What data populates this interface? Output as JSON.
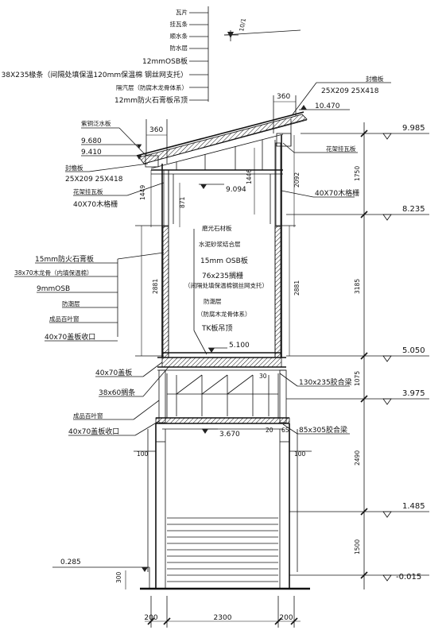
{
  "top_callouts": [
    "瓦片",
    "挂瓦条",
    "顺水条",
    "防水层",
    "12mmOSB板",
    "38X235椽条（间隔处填保温120mm保温棉 钢丝网支托）",
    "隔汽层（防腐木龙骨体系）",
    "12mm防火石膏板吊顶"
  ],
  "slope_label": "10/1",
  "left_labels": {
    "flashing": "紫铜泛水板",
    "dim_360_left": "360",
    "elev_9680": "9.680",
    "elev_9410": "9.410",
    "eave_board": "封檐板",
    "eave_board_size": "25X209 25X418",
    "lattice_board": "花架挂瓦板",
    "lattice_size": "40X70木格栅"
  },
  "right_labels": {
    "eave_board": "封檐板",
    "eave_board_size": "25X209 25X418",
    "dim_360_right": "360",
    "elev_10470": "10.470",
    "elev_9985": "9.985",
    "lattice_board": "花架挂瓦板",
    "lattice_size": "40X70木格栅"
  },
  "wall_layers_left": [
    "15mm防火石膏板",
    "38x70木龙骨（内填保温棉）",
    "9mmOSB",
    "防潮层",
    "成品百叶窗",
    "40x70盖板收口"
  ],
  "wall_layers_center": [
    "磨光石材板",
    "水泥砂浆结合层",
    "15mm OSB板",
    "76x235搁栅",
    "（间隔处填保温棉钢丝网支托）",
    "防潮层",
    "（防腐木龙骨体系）",
    "TK板吊顶"
  ],
  "floor_labels": {
    "cover_left": "40x70盖板",
    "joist": "38x60搁条",
    "shutter": "成品百叶窗",
    "cover_close": "40x70盖板收口",
    "glulam_beam": "130x235胶合梁",
    "dim_30": "30",
    "glulam_post": "85x305胶合梁",
    "dim_20": "20",
    "dim_65": "65"
  },
  "inner_dims": {
    "elev_9094": "9.094",
    "d1449": "1449",
    "d871": "871",
    "d1446": "1446",
    "d2092": "2092",
    "d2881_left": "2881",
    "d2881_right": "2881",
    "elev_5100": "5.100",
    "width_3670": "3.670",
    "d100_left": "100",
    "d100_right": "100",
    "d300": "300"
  },
  "elevations_right": [
    "9.985",
    "8.235",
    "5.050",
    "3.975",
    "1.485",
    "-0.015"
  ],
  "dims_right": [
    "1750",
    "3185",
    "1075",
    "2490",
    "1500"
  ],
  "bottom": {
    "elev_0285": "0.285",
    "d200_left": "200",
    "d2300": "2300",
    "d200_right": "200"
  }
}
